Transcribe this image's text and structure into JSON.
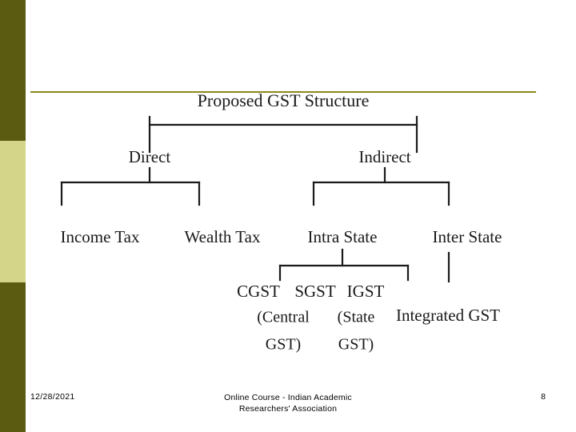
{
  "slide": {
    "accent_color": "#5b5b12",
    "accent_light_color": "#d5d58a",
    "rule_color": "#8a8a17"
  },
  "diagram": {
    "type": "tree",
    "title": "Proposed GST Structure",
    "nodes": {
      "root": "Proposed GST Structure",
      "direct": "Direct",
      "indirect": "Indirect",
      "income_tax": "Income Tax",
      "wealth_tax": "Wealth Tax",
      "intra_state": "Intra State",
      "inter_state": "Inter State",
      "cgst": "CGST",
      "sgst": "SGST",
      "igst": "IGST",
      "cgst_sub_line1": "(Central",
      "cgst_sub_line2": "GST)",
      "sgst_sub_line1": "(State",
      "sgst_sub_line2": "GST)",
      "igst_sub": "Integrated GST"
    }
  },
  "footer": {
    "date": "12/28/2021",
    "center_line1": "Online Course - Indian Academic",
    "center_line2": "Researchers' Association",
    "page_number": "8"
  }
}
